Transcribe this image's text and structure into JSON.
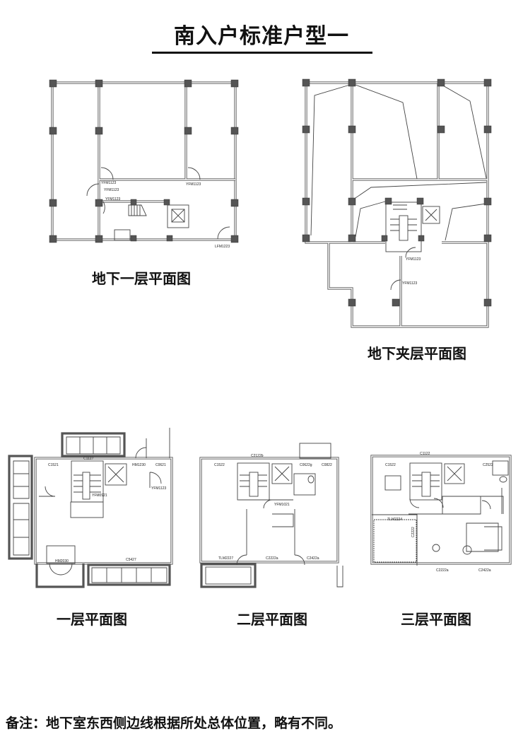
{
  "title": "南入户标准户型一",
  "plans": [
    {
      "label": "地下一层平面图",
      "annotations": [
        "YFM1123",
        "YFM1123",
        "YFM1123",
        "YFM1123",
        "LFM1223"
      ]
    },
    {
      "label": "地下夹层平面图",
      "annotations": [
        "YFM1123",
        "YFM1123"
      ]
    },
    {
      "label": "一层平面图",
      "annotations": [
        "C1521",
        "C1127",
        "HM1230",
        "C0621",
        "YFM1123",
        "YFM0921",
        "HM2030",
        "C5427"
      ]
    },
    {
      "label": "二层平面图",
      "annotations": [
        "C2122b",
        "C1522",
        "C0622g",
        "C0822",
        "YFM1021",
        "TLM2227",
        "C2222a",
        "C2422a"
      ]
    },
    {
      "label": "三层平面图",
      "annotations": [
        "C1122",
        "C1522",
        "C2522",
        "TLM2224",
        "C2222",
        "C2222a",
        "C2422a"
      ]
    }
  ],
  "note": "备注：地下室东西侧边线根据所处总体位置，略有不同。"
}
